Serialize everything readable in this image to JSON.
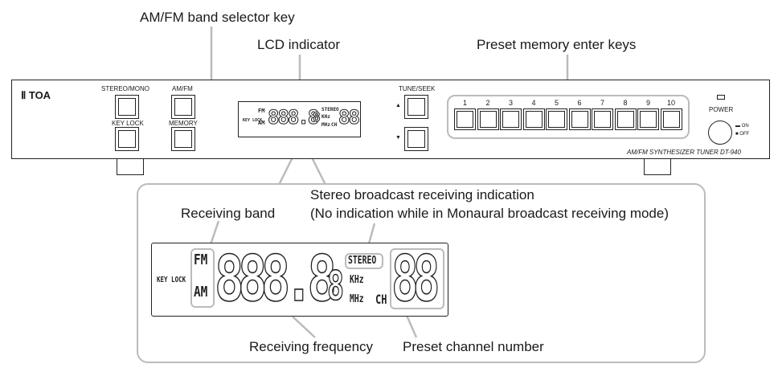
{
  "callouts": {
    "band_selector": "AM/FM band selector key",
    "lcd_indicator": "LCD indicator",
    "preset_keys": "Preset memory enter keys",
    "stereo_line1": "Stereo broadcast receiving indication",
    "stereo_line2": "(No indication while in Monaural broadcast receiving mode)",
    "receiving_band": "Receiving band",
    "receiving_frequency": "Receiving frequency",
    "preset_channel": "Preset channel number"
  },
  "panel": {
    "brand": "TOA",
    "stereo_mono": "STEREO/MONO",
    "am_fm": "AM/FM",
    "key_lock": "KEY LOCK",
    "memory": "MEMORY",
    "tune_seek": "TUNE/SEEK",
    "up_arrow": "▲",
    "down_arrow": "▼",
    "preset_numbers": [
      "1",
      "2",
      "3",
      "4",
      "5",
      "6",
      "7",
      "8",
      "9",
      "10"
    ],
    "power": "POWER",
    "on": "ON",
    "off": "OFF",
    "model": "AM/FM SYNTHESIZER TUNER DT-940"
  },
  "lcd": {
    "fm": "FM",
    "am": "AM",
    "key_lock": "KEY LOCK",
    "stereo": "STEREO",
    "khz": "KHz",
    "mhz": "MHz",
    "ch": "CH",
    "freq_digits": "888.8",
    "freq_last": "8",
    "channel_digits": "88"
  },
  "colors": {
    "callout_frame": "#bbbbbb",
    "outline": "#222222"
  }
}
